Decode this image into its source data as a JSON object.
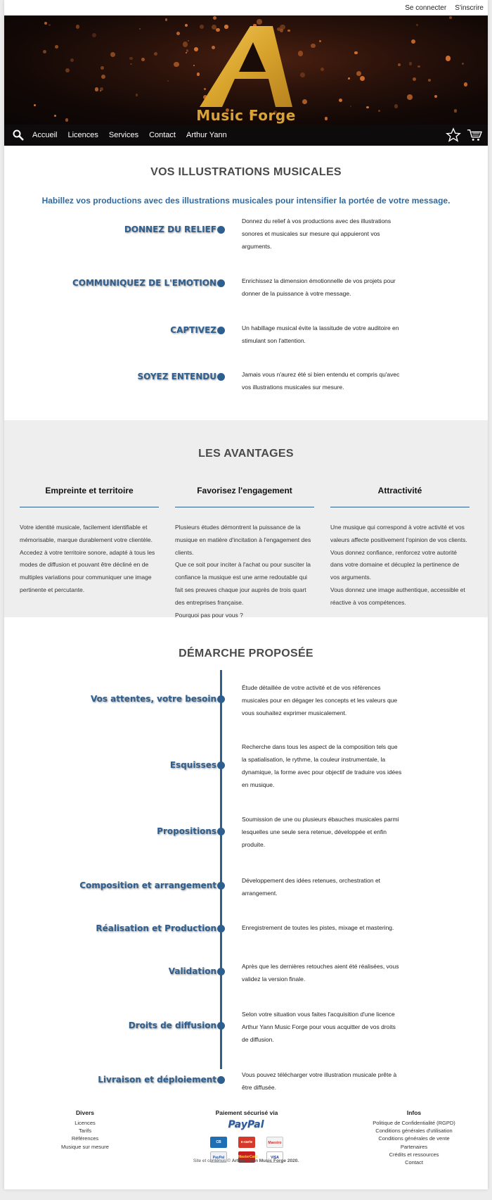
{
  "auth": {
    "login": "Se connecter",
    "register": "S'inscrire"
  },
  "banner": {
    "logo_text": "Music Forge"
  },
  "nav": {
    "items": [
      "Accueil",
      "Licences",
      "Services",
      "Contact",
      "Arthur Yann"
    ]
  },
  "icons": {
    "search": "search-icon",
    "favorites": "star-icon",
    "cart": "cart-icon"
  },
  "colors": {
    "accent": "#2f5f8f",
    "subtitle": "#2e6aa0",
    "nav_bg": "#0d0b0b",
    "logo_gold": "#d7a23a"
  },
  "intro": {
    "title": "VOS ILLUSTRATIONS MUSICALES",
    "subtitle": "Habillez vos productions avec des illustrations musicales pour intensifier la portée de votre message.",
    "rows": [
      {
        "title": "DONNEZ DU RELIEF",
        "text": "Donnez du relief à vos productions avec des illustrations sonores et musicales sur mesure qui appuieront vos arguments."
      },
      {
        "title": "COMMUNIQUEZ DE L'EMOTION",
        "text": "Enrichissez la dimension émotionnelle de vos projets pour donner de la puissance à votre message."
      },
      {
        "title": "CAPTIVEZ",
        "text": "Un habillage musical évite la lassitude de votre auditoire en stimulant son l'attention."
      },
      {
        "title": "SOYEZ ENTENDU",
        "text": "Jamais vous n'aurez été si bien entendu et compris qu'avec vos illustrations musicales sur mesure."
      }
    ]
  },
  "advantages": {
    "title": "LES AVANTAGES",
    "columns": [
      {
        "title": "Empreinte et territoire",
        "text": "Votre identité musicale, facilement identifiable et mémorisable, marque durablement votre clientèle. Accedez à votre territoire sonore, adapté à tous les modes de diffusion et pouvant être décliné en de multiples variations pour communiquer une image pertinente et percutante."
      },
      {
        "title": "Favorisez l'engagement",
        "text": "Plusieurs études démontrent la puissance de la musique en matière d'incitation à l'engagement des clients.\nQue ce soit pour inciter à l'achat ou pour susciter la confiance la musique est une arme redoutable qui fait ses preuves chaque jour auprès de trois quart des entreprises française.\nPourquoi pas pour vous ?"
      },
      {
        "title": "Attractivité",
        "text": "Une musique qui correspond à votre activité et vos valeurs affecte positivement l'opinion de vos clients.\nVous donnez confiance, renforcez votre autorité dans votre domaine et décuplez la pertinence de vos arguments.\nVous donnez une image authentique, accessible et réactive à vos compétences."
      }
    ]
  },
  "process": {
    "title": "DÉMARCHE PROPOSÉE",
    "steps": [
      {
        "title": "Vos attentes, votre besoin",
        "text": "Étude détaillée de votre activité et de vos références musicales pour en dégager les concepts et les valeurs que vous souhaitez exprimer musicalement."
      },
      {
        "title": "Esquisses",
        "text": "Recherche dans tous les aspect de la composition tels que la spatialisation, le rythme, la couleur instrumentale, la dynamique, la forme avec pour objectif de traduire vos idées en musique."
      },
      {
        "title": "Propositions",
        "text": "Soumission de une ou plusieurs ébauches musicales parmi lesquelles une seule sera retenue, développée et enfin produite."
      },
      {
        "title": "Composition et arrangement",
        "text": "Développement des idées retenues, orchestration et arrangement."
      },
      {
        "title": "Réalisation et Production",
        "text": "Enregistrement de toutes les pistes, mixage et mastering."
      },
      {
        "title": "Validation",
        "text": "Après que les dernières retouches aient été réalisées, vous validez la version finale."
      },
      {
        "title": "Droits de diffusion",
        "text": "Selon votre situation vous faites l'acquisition d'une licence Arthur Yann Music Forge pour vous acquitter de vos droits de diffusion."
      },
      {
        "title": "Livraison et déploiement",
        "text": "Vous pouvez télécharger votre illustration musicale prête à être diffusée."
      }
    ]
  },
  "footer": {
    "divers": {
      "title": "Divers",
      "links": [
        "Licences",
        "Tarifs",
        "Références",
        "Musique sur mesure"
      ]
    },
    "payment": {
      "title": "Paiement sécurisé via",
      "paypal": "PayPal",
      "cards": [
        "CB",
        "e-carte bleue",
        "Maestro",
        "PayPal",
        "MasterCard",
        "VISA"
      ]
    },
    "infos": {
      "title": "Infos",
      "links": [
        "Politique de Confidentialité (RGPD)",
        "Conditions générales d'utilisation",
        "Conditions générales de vente",
        "Partenaires",
        "Crédits et ressources",
        "Contact"
      ]
    },
    "copyright_prefix": "Site et contenus © ",
    "copyright_owner": "Arthur Yann Music Forge 2020."
  }
}
